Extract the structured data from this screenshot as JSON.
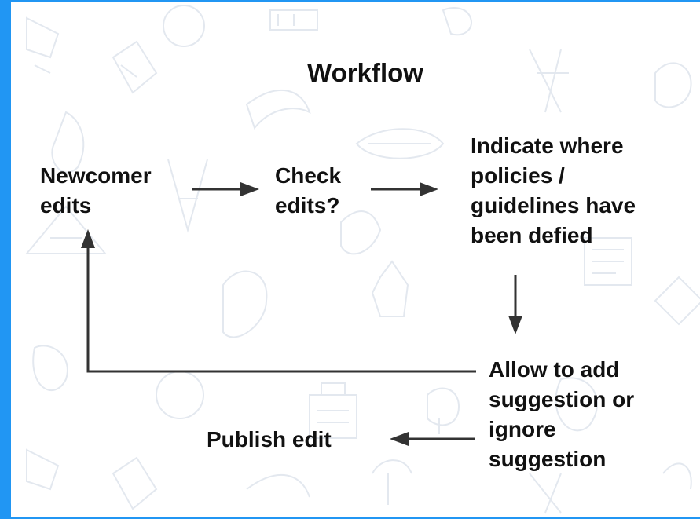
{
  "title": "Workflow",
  "nodes": {
    "newcomer_edits": "Newcomer\nedits",
    "check_edits": "Check\nedits?",
    "indicate": "Indicate where\npolicies /\nguidelines have\nbeen defied",
    "allow": "Allow to add\nsuggestion or\nignore\nsuggestion",
    "publish": "Publish edit"
  },
  "colors": {
    "frame": "#2196f3",
    "text": "#111111",
    "arrow": "#333333",
    "doodle": "#e6ebf2"
  }
}
